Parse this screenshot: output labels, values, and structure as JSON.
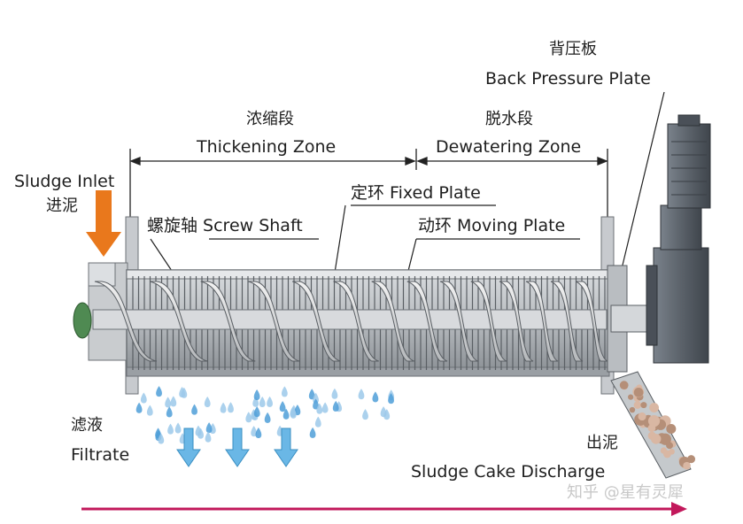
{
  "labels": {
    "back_pressure_cn": "背压板",
    "back_pressure_en": "Back Pressure Plate",
    "thickening_cn": "浓缩段",
    "thickening_en": "Thickening Zone",
    "dewatering_cn": "脱水段",
    "dewatering_en": "Dewatering Zone",
    "sludge_inlet_en": "Sludge Inlet",
    "sludge_inlet_cn": "进泥",
    "fixed_plate": "定环 Fixed Plate",
    "screw_shaft": "螺旋轴 Screw Shaft",
    "moving_plate": "动环 Moving Plate",
    "filtrate_cn": "滤液",
    "filtrate_en": "Filtrate",
    "cake_cn": "出泥",
    "cake_en": "Sludge Cake Discharge",
    "watermark": "知乎 @星有灵犀"
  },
  "colors": {
    "inlet_arrow": "#e9781c",
    "filtrate_arrow": "#6ab7e6",
    "flow_arrow": "#c2185b",
    "drum": "#9ea3a8",
    "motor": "#5f6670"
  }
}
